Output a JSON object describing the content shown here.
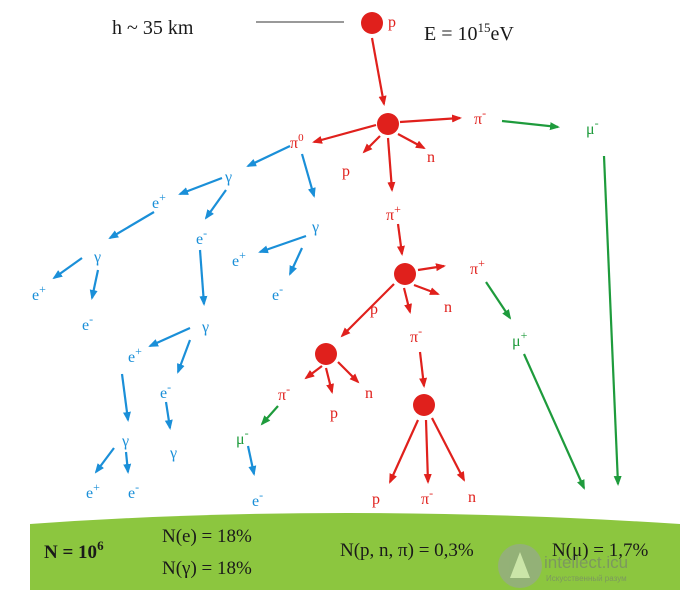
{
  "header": {
    "altitude": "h ~ 35 km",
    "energy_base": "E = 10",
    "energy_exp": "15",
    "energy_unit": "eV"
  },
  "particles": {
    "p": "p",
    "n": "n",
    "pi0_base": "π",
    "pi0_sup": "0",
    "pim_base": "π",
    "pim_sup": "-",
    "pip_base": "π",
    "pip_sup": "+",
    "mum_base": "μ",
    "mum_sup": "-",
    "mup_base": "μ",
    "mup_sup": "+",
    "gamma": "γ",
    "ep_base": "e",
    "ep_sup": "+",
    "em_base": "e",
    "em_sup": "-"
  },
  "ground": {
    "total_base": "N = 10",
    "total_exp": "6",
    "electrons": "N(e) = 18%",
    "gammas": "N(γ) = 18%",
    "hadrons": "N(p, n, π) = 0,3%",
    "muons": "N(μ) = 1,7%"
  },
  "watermark": {
    "site": "intellect.icu",
    "tagline": "Искусственный разум"
  },
  "colors": {
    "hadron": "#e0201c",
    "em": "#1a8fd8",
    "muon": "#1e9b3c",
    "ground": "#8cc63f"
  }
}
